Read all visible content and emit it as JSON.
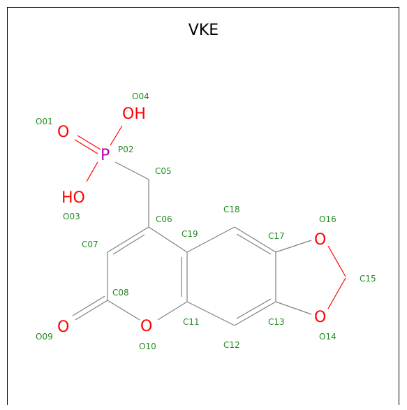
{
  "title": "VKE",
  "colors": {
    "bond": "#808080",
    "label": "#228b22",
    "oxygen": "#ff0000",
    "phosphorus": "#b000b0"
  },
  "symbols": {
    "o01": "O",
    "oh04": "OH",
    "p02": "P",
    "ho03": "HO",
    "o16": "O",
    "o14": "O",
    "o10": "O",
    "o09": "O"
  },
  "atom_labels": {
    "O01": "O01",
    "P02": "P02",
    "O03": "O03",
    "O04": "O04",
    "C05": "C05",
    "C06": "C06",
    "C07": "C07",
    "C08": "C08",
    "O09": "O09",
    "O10": "O10",
    "C11": "C11",
    "C12": "C12",
    "C13": "C13",
    "O14": "O14",
    "C15": "C15",
    "O16": "O16",
    "C17": "C17",
    "C18": "C18",
    "C19": "C19"
  }
}
